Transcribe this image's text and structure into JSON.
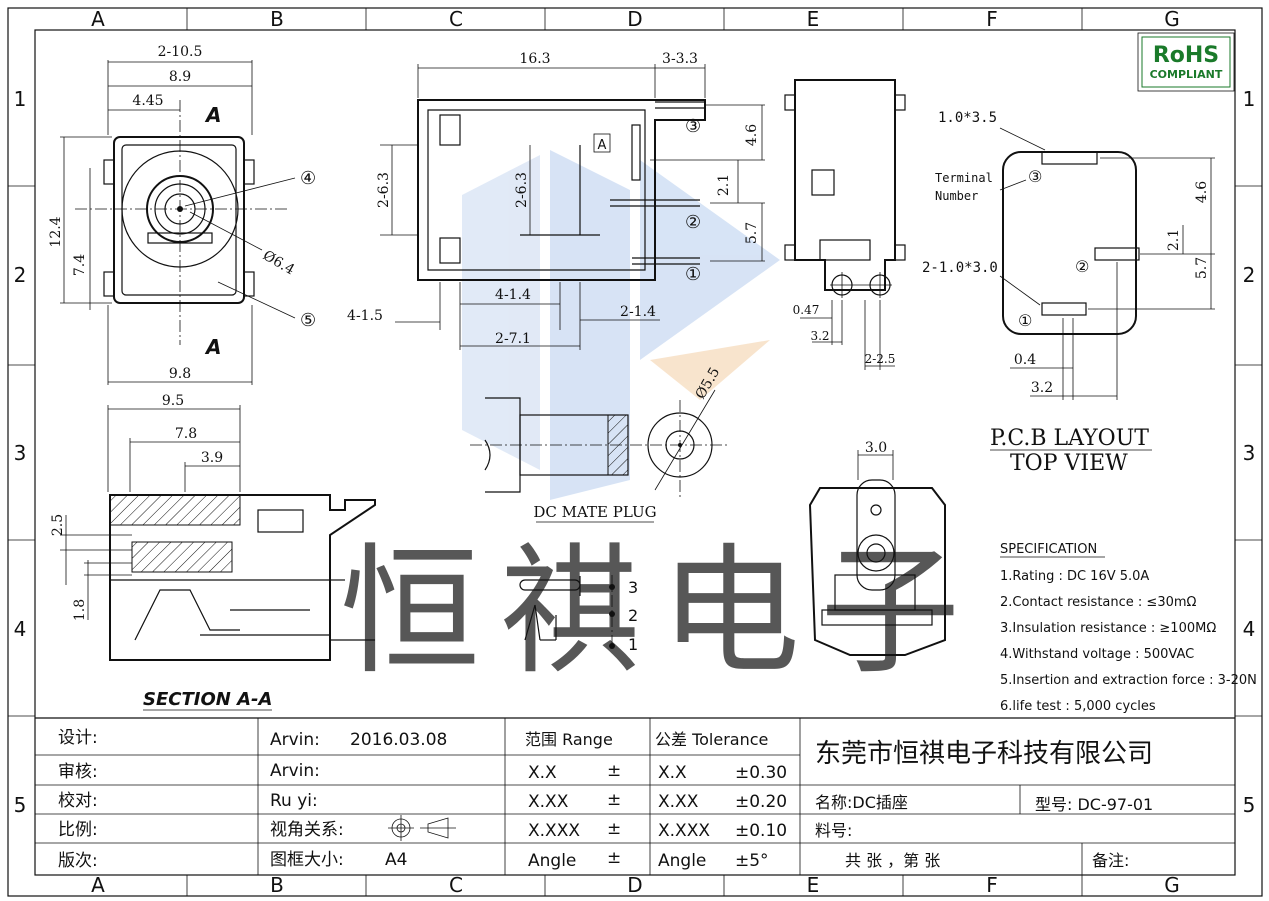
{
  "frame": {
    "columns": [
      "A",
      "B",
      "C",
      "D",
      "E",
      "F",
      "G"
    ],
    "rows": [
      "1",
      "2",
      "3",
      "4",
      "5"
    ]
  },
  "logo": {
    "line1": "RoHS",
    "line2": "COMPLIANT",
    "color": "#1a7a2a"
  },
  "watermark": {
    "text": "恒祺电子",
    "color": "#c8c8c8"
  },
  "front_view": {
    "dims": {
      "d1": "2-10.5",
      "d2": "8.9",
      "d3": "4.45",
      "d4": "12.4",
      "d5": "7.4",
      "d6": "9.8",
      "d7": "Ø6.4"
    },
    "section_mark_top": "A",
    "section_mark_bottom": "A",
    "callout_4": "④",
    "callout_5": "⑤"
  },
  "side_view": {
    "dims": {
      "d1": "16.3",
      "d2": "3-3.3",
      "d3": "4.6",
      "d4": "2-6.3",
      "d5": "2-6.3",
      "d6": "2.1",
      "d7": "5.7",
      "d8": "4-1.4",
      "d9": "4-1.5",
      "d10": "2-1.4",
      "d11": "2-7.1"
    },
    "section_mark": "A",
    "pin3": "③",
    "pin2": "②",
    "pin1": "①"
  },
  "end_view": {
    "dims": {
      "d1": "0.47",
      "d2": "3.2",
      "d3": "2-2.5"
    }
  },
  "pcb": {
    "dims": {
      "d1": "1.0*3.5",
      "d2": "2-1.0*3.0",
      "d3": "4.6",
      "d4": "2.1",
      "d5": "5.7",
      "d6": "0.4",
      "d7": "3.2"
    },
    "terminal_label": "Terminal",
    "number_label": "Number",
    "pin3": "③",
    "pin2": "②",
    "pin1": "①",
    "title1": "P.C.B LAYOUT",
    "title2": "TOP VIEW"
  },
  "plug": {
    "caption": "DC MATE PLUG",
    "dim": "Ø5.5"
  },
  "bottom_view": {
    "dim": "3.0"
  },
  "schematic": {
    "p3": "3",
    "p2": "2",
    "p1": "1"
  },
  "section": {
    "title": "SECTION A-A",
    "dims": {
      "d1": "9.5",
      "d2": "7.8",
      "d3": "3.9",
      "d4": "2.5",
      "d5": "1.8"
    }
  },
  "spec": {
    "title": "SPECIFICATION",
    "items": [
      "1.Rating  : DC 16V 5.0A",
      "2.Contact resistance : ≤30mΩ",
      "3.Insulation resistance : ≥100MΩ",
      "4.Withstand voltage : 500VAC",
      "5.Insertion and extraction force : 3-20N",
      "6.life test : 5,000 cycles"
    ]
  },
  "title_block": {
    "labels": [
      "设计:",
      "审核:",
      "校对:",
      "比例:",
      "版次:"
    ],
    "designer": "Arvin:",
    "date": "2016.03.08",
    "checker": "Arvin:",
    "proofer": "Ru  yi:",
    "view_relation": "视角关系:",
    "frame_size_label": "图框大小:",
    "frame_size": "A4",
    "range_header": "范围 Range",
    "tolerance_header": "公差 Tolerance",
    "range_rows": [
      {
        "range": "X.X",
        "sign": "±",
        "tol_range": "X.X",
        "tol": "±0.30"
      },
      {
        "range": "X.XX",
        "sign": "±",
        "tol_range": "X.XX",
        "tol": "±0.20"
      },
      {
        "range": "X.XXX",
        "sign": "±",
        "tol_range": "X.XXX",
        "tol": "±0.10"
      },
      {
        "range": "Angle",
        "sign": "±",
        "tol_range": "Angle",
        "tol": "±5°"
      }
    ],
    "company": "东莞市恒祺电子科技有限公司",
    "name": "名称:DC插座",
    "model": "型号: DC-97-01",
    "material": "料号:",
    "sheets": "共   张 ，第   张",
    "remark": "备注:"
  }
}
